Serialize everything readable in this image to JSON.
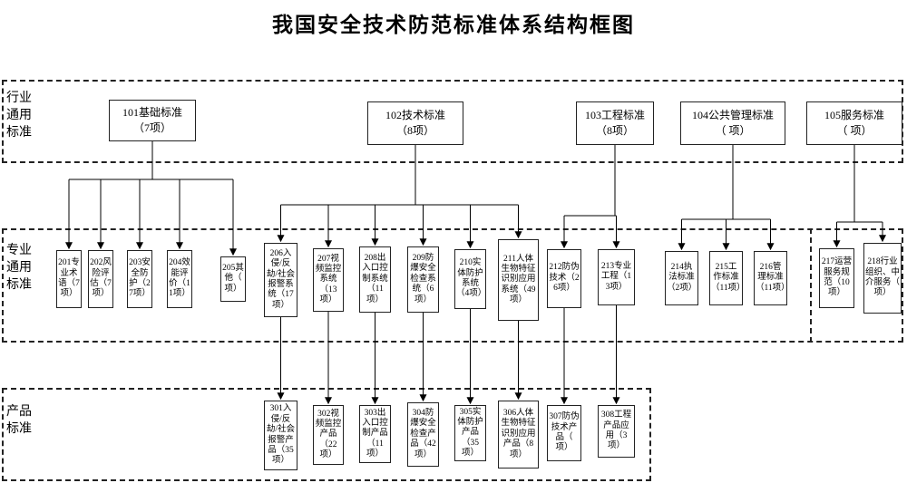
{
  "title": "我国安全技术防范标准体系结构框图",
  "colors": {
    "background": "#ffffff",
    "line": "#000000",
    "border": "#222222"
  },
  "bands": {
    "industry": {
      "label": "行业通用标准"
    },
    "professional": {
      "label": "专业通用标准"
    },
    "product": {
      "label": "产品标准"
    }
  },
  "top_boxes": [
    {
      "id": "101",
      "title": "101基础标准",
      "count": "（7项）"
    },
    {
      "id": "102",
      "title": "102技术标准",
      "count": "（8项）"
    },
    {
      "id": "103",
      "title": "103工程标准",
      "count": "（8项）"
    },
    {
      "id": "104",
      "title": "104公共管理标准",
      "count": "（ 项）"
    },
    {
      "id": "105",
      "title": "105服务标准",
      "count": "（ 项）"
    }
  ],
  "mid_boxes": [
    {
      "id": "201",
      "label": "201专业术语（7项）"
    },
    {
      "id": "202",
      "label": "202风险评估（7项）"
    },
    {
      "id": "203",
      "label": "203安全防护（27项）"
    },
    {
      "id": "204",
      "label": "204效能评价（11项）"
    },
    {
      "id": "205",
      "label": "205其他（ 项）"
    },
    {
      "id": "206",
      "label": "206入侵/反劫/社会报警系统（17项）"
    },
    {
      "id": "207",
      "label": "207视频监控系统（13项）"
    },
    {
      "id": "208",
      "label": "208出入口控制系统（11项）"
    },
    {
      "id": "209",
      "label": "209防爆安全检查系统（6项）"
    },
    {
      "id": "210",
      "label": "210实体防护系统（4项）"
    },
    {
      "id": "211",
      "label": "211人体生物特征识别应用系统（49项）"
    },
    {
      "id": "212",
      "label": "212防伪技术（26项）"
    },
    {
      "id": "213",
      "label": "213专业工程（13项）"
    },
    {
      "id": "214",
      "label": "214执法标准（2项）"
    },
    {
      "id": "215",
      "label": "215工作标准（11项）"
    },
    {
      "id": "216",
      "label": "216管理标准（11项）"
    },
    {
      "id": "217",
      "label": "217运营服务规范（10项）"
    },
    {
      "id": "218",
      "label": "218行业组织、中介服务（ 项）"
    }
  ],
  "bottom_boxes": [
    {
      "id": "301",
      "label": "301入侵/反劫/社会报警产品（35项）"
    },
    {
      "id": "302",
      "label": "302视频监控产品（22项）"
    },
    {
      "id": "303",
      "label": "303出入口控制产品（11项）"
    },
    {
      "id": "304",
      "label": "304防爆安全检查产品（42项）"
    },
    {
      "id": "305",
      "label": "305实体防护产品（35项）"
    },
    {
      "id": "306",
      "label": "306人体生物特征识别应用产品（8项）"
    },
    {
      "id": "307",
      "label": "307防伪技术产品（ 项）"
    },
    {
      "id": "308",
      "label": "308工程产品应用（3项）"
    }
  ],
  "connections": [
    {
      "from": "101",
      "to": [
        "201",
        "202",
        "203",
        "204",
        "205"
      ]
    },
    {
      "from": "102",
      "to": [
        "206",
        "207",
        "208",
        "209",
        "210",
        "211"
      ]
    },
    {
      "from": "103",
      "to": [
        "212",
        "213"
      ]
    },
    {
      "from": "104",
      "to": [
        "214",
        "215",
        "216"
      ]
    },
    {
      "from": "105",
      "to": [
        "217",
        "218"
      ]
    },
    {
      "from": "206",
      "to": [
        "301"
      ]
    },
    {
      "from": "207",
      "to": [
        "302"
      ]
    },
    {
      "from": "208",
      "to": [
        "303"
      ]
    },
    {
      "from": "209",
      "to": [
        "304"
      ]
    },
    {
      "from": "210",
      "to": [
        "305"
      ]
    },
    {
      "from": "211",
      "to": [
        "306"
      ]
    },
    {
      "from": "212",
      "to": [
        "307"
      ]
    },
    {
      "from": "213",
      "to": [
        "308"
      ]
    }
  ]
}
